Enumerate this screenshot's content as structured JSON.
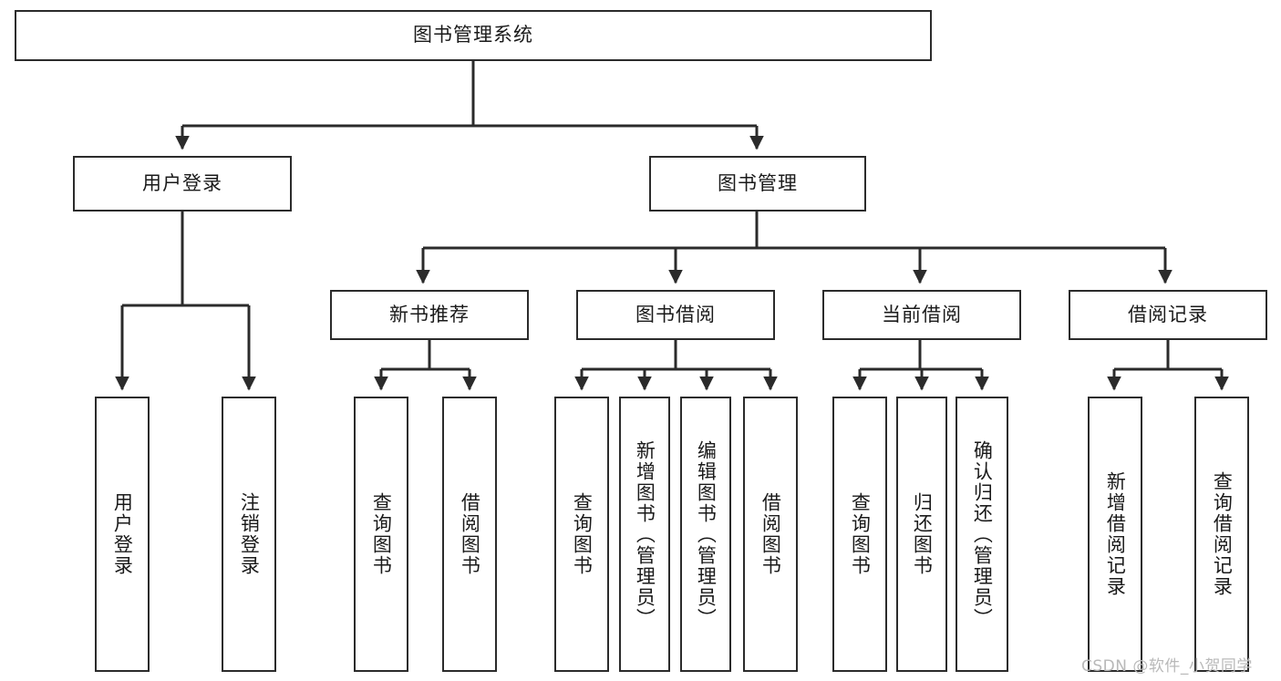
{
  "diagram": {
    "type": "tree-hierarchy",
    "title": "图书管理系统",
    "orientation": "top-down",
    "watermark": "CSDN @软件_小贺同学",
    "colors": {
      "box_border": "#2b2b2b",
      "box_fill": "#ffffff",
      "connector": "#2b2b2b",
      "text": "#1a1a1a",
      "watermark": "#b9b9b9"
    },
    "nodes": {
      "root": {
        "label": "图书管理系统",
        "level": 1,
        "text_direction": "horizontal"
      },
      "level2": [
        {
          "label": "用户登录",
          "text_direction": "horizontal"
        },
        {
          "label": "图书管理",
          "text_direction": "horizontal"
        }
      ],
      "level3": [
        {
          "label": "新书推荐",
          "text_direction": "horizontal"
        },
        {
          "label": "图书借阅",
          "text_direction": "horizontal"
        },
        {
          "label": "当前借阅",
          "text_direction": "horizontal"
        },
        {
          "label": "借阅记录",
          "text_direction": "horizontal"
        }
      ],
      "leaves": [
        {
          "label": "用户登录",
          "parent": "用户登录",
          "text_direction": "vertical"
        },
        {
          "label": "注销登录",
          "parent": "用户登录",
          "text_direction": "vertical"
        },
        {
          "label": "查询图书",
          "parent": "新书推荐",
          "text_direction": "vertical"
        },
        {
          "label": "借阅图书",
          "parent": "新书推荐",
          "text_direction": "vertical"
        },
        {
          "label": "查询图书",
          "parent": "图书借阅",
          "text_direction": "vertical"
        },
        {
          "label": "新增图书（管理员）",
          "parent": "图书借阅",
          "text_direction": "vertical"
        },
        {
          "label": "编辑图书（管理员）",
          "parent": "图书借阅",
          "text_direction": "vertical"
        },
        {
          "label": "借阅图书",
          "parent": "图书借阅",
          "text_direction": "vertical"
        },
        {
          "label": "查询图书",
          "parent": "当前借阅",
          "text_direction": "vertical"
        },
        {
          "label": "归还图书",
          "parent": "当前借阅",
          "text_direction": "vertical"
        },
        {
          "label": "确认归还（管理员）",
          "parent": "当前借阅",
          "text_direction": "vertical"
        },
        {
          "label": "新增借阅记录",
          "parent": "借阅记录",
          "text_direction": "vertical"
        },
        {
          "label": "查询借阅记录",
          "parent": "借阅记录",
          "text_direction": "vertical"
        }
      ]
    }
  }
}
